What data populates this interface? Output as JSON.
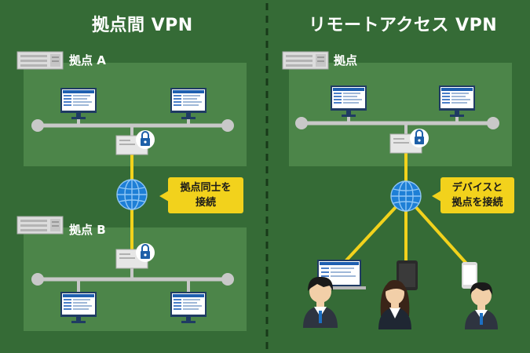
{
  "left_panel": {
    "title": "拠点間 VPN",
    "site_a_label": "拠点 A",
    "site_b_label": "拠点 B",
    "callout": [
      "拠点同士を",
      "接続"
    ]
  },
  "right_panel": {
    "title": "リモートアクセス VPN",
    "site_label": "拠点",
    "callout": [
      "デバイスと",
      "拠点を接続"
    ]
  },
  "colors": {
    "background": "#356b36",
    "zone": "#4c8549",
    "line_gray": "#c8c8c8",
    "vpn_link": "#f2d21c",
    "callout": "#f2d21c",
    "globe": "#1e7fd6",
    "lock": "#1d5fa8"
  }
}
